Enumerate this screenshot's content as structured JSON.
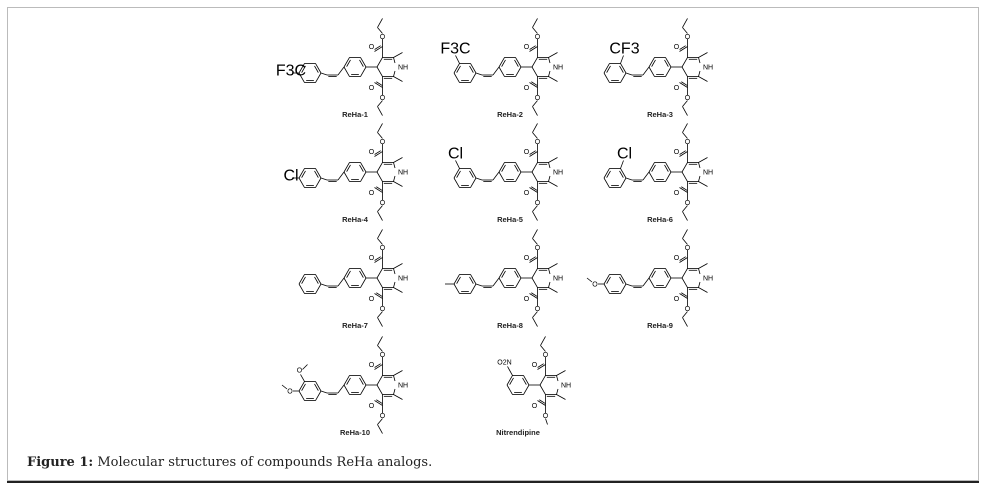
{
  "atoms": {
    "oxygen": "O",
    "nh": "NH"
  },
  "compounds": [
    {
      "label": "ReHa-1",
      "position": "para",
      "substituent": "F3C"
    },
    {
      "label": "ReHa-2",
      "position": "meta",
      "substituent": "F3C"
    },
    {
      "label": "ReHa-3",
      "position": "ortho",
      "substituent": "CF3"
    },
    {
      "label": "ReHa-4",
      "position": "para",
      "substituent": "Cl"
    },
    {
      "label": "ReHa-5",
      "position": "meta",
      "substituent": "Cl"
    },
    {
      "label": "ReHa-6",
      "position": "ortho",
      "substituent": "Cl"
    },
    {
      "label": "ReHa-7",
      "position": "none",
      "substituent": ""
    },
    {
      "label": "ReHa-8",
      "position": "para-methyl",
      "substituent": ""
    },
    {
      "label": "ReHa-9",
      "position": "para-methoxy",
      "substituent": "O"
    },
    {
      "label": "ReHa-10",
      "position": "dimethoxy",
      "substituent": "O"
    },
    {
      "label": "Nitrendipine",
      "position": "nitro",
      "substituent": "O2N"
    }
  ],
  "caption": {
    "prefix": "Figure 1:",
    "text": " Molecular structures of compounds ReHa analogs."
  }
}
